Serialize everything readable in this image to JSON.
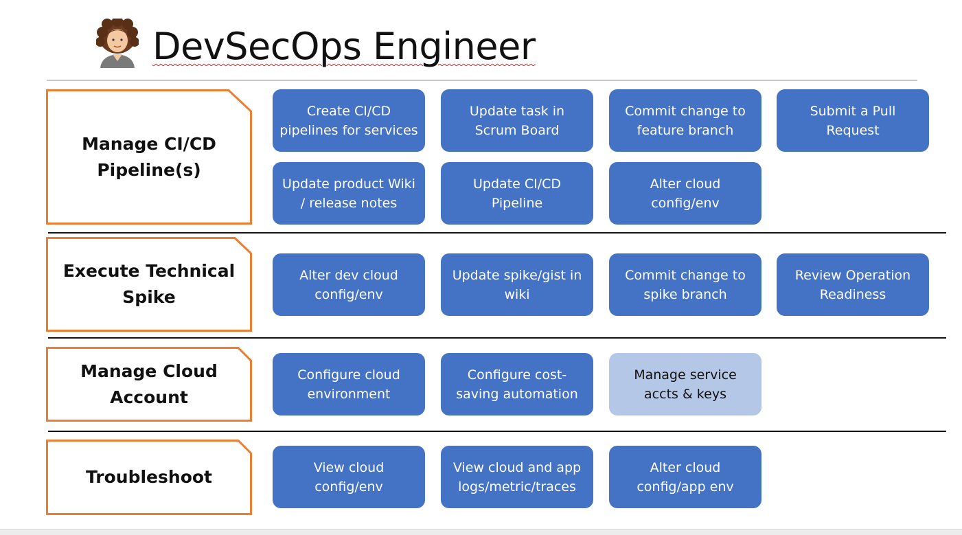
{
  "header": {
    "title": "DevSecOps Engineer",
    "avatar_icon": "person-avatar-icon"
  },
  "colors": {
    "task_fill": "#4472c4",
    "task_fill_disabled": "#b4c7e7",
    "role_border": "#ed7d31"
  },
  "rows": [
    {
      "role": "Manage CI/CD Pipeline(s)",
      "tasks": [
        "Create CI/CD pipelines for services",
        "Update task in Scrum Board",
        "Commit change to feature branch",
        "Submit a Pull Request",
        "Update product Wiki / release notes",
        "Update CI/CD Pipeline",
        "Alter cloud config/env"
      ]
    },
    {
      "role": "Execute Technical Spike",
      "tasks": [
        "Alter dev cloud config/env",
        "Update spike/gist in wiki",
        "Commit change to spike branch",
        "Review Operation Readiness"
      ]
    },
    {
      "role": "Manage Cloud Account",
      "tasks": [
        "Configure cloud environment",
        "Configure cost-saving automation",
        "Manage service accts & keys"
      ]
    },
    {
      "role": "Troubleshoot",
      "tasks": [
        "View cloud config/env",
        "View cloud and app logs/metric/traces",
        "Alter cloud config/app env"
      ]
    }
  ]
}
